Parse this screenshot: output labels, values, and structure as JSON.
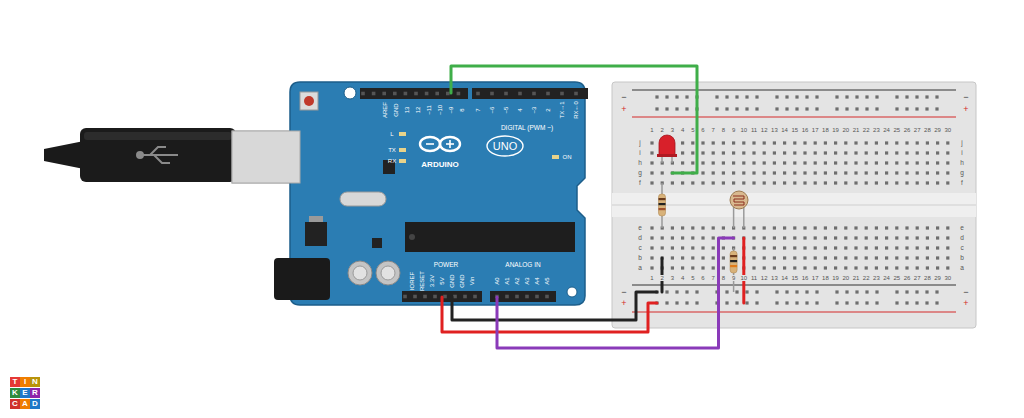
{
  "diagram": {
    "labels": [
      "AREF",
      "GND",
      "13",
      "12",
      "~11",
      "~10",
      "~9",
      "8",
      "7",
      "~6",
      "~5",
      "4",
      "~3",
      "2",
      "TX→1",
      "RX←0",
      "DIGITAL (PWM ~)",
      "L",
      "TX",
      "RX",
      "ARDUINO",
      "UNO",
      "ON",
      "IOREF",
      "RESET",
      "3.3V",
      "5V",
      "GND",
      "GND",
      "Vin",
      "A0",
      "A1",
      "A2",
      "A3",
      "A4",
      "A5",
      "POWER",
      "ANALOG IN",
      "1",
      "2",
      "3",
      "4",
      "5",
      "6",
      "7",
      "8",
      "9",
      "10",
      "11",
      "12",
      "13",
      "14",
      "15",
      "16",
      "17",
      "18",
      "19",
      "20",
      "21",
      "22",
      "23",
      "24",
      "25",
      "26",
      "27",
      "28",
      "29",
      "30",
      "1",
      "2",
      "3",
      "4",
      "5",
      "6",
      "7",
      "8",
      "9",
      "10",
      "11",
      "12",
      "13",
      "14",
      "15",
      "16",
      "17",
      "18",
      "19",
      "20",
      "21",
      "22",
      "23",
      "24",
      "25",
      "26",
      "27",
      "28",
      "29",
      "30",
      "j",
      "i",
      "h",
      "g",
      "f",
      "e",
      "d",
      "c",
      "b",
      "a",
      "j",
      "i",
      "h",
      "g",
      "f",
      "e",
      "d",
      "c",
      "b",
      "a",
      "−",
      "+",
      "−",
      "+",
      "−",
      "+",
      "−",
      "+",
      "T",
      "I",
      "N",
      "K",
      "E",
      "R",
      "C",
      "A",
      "D"
    ]
  }
}
